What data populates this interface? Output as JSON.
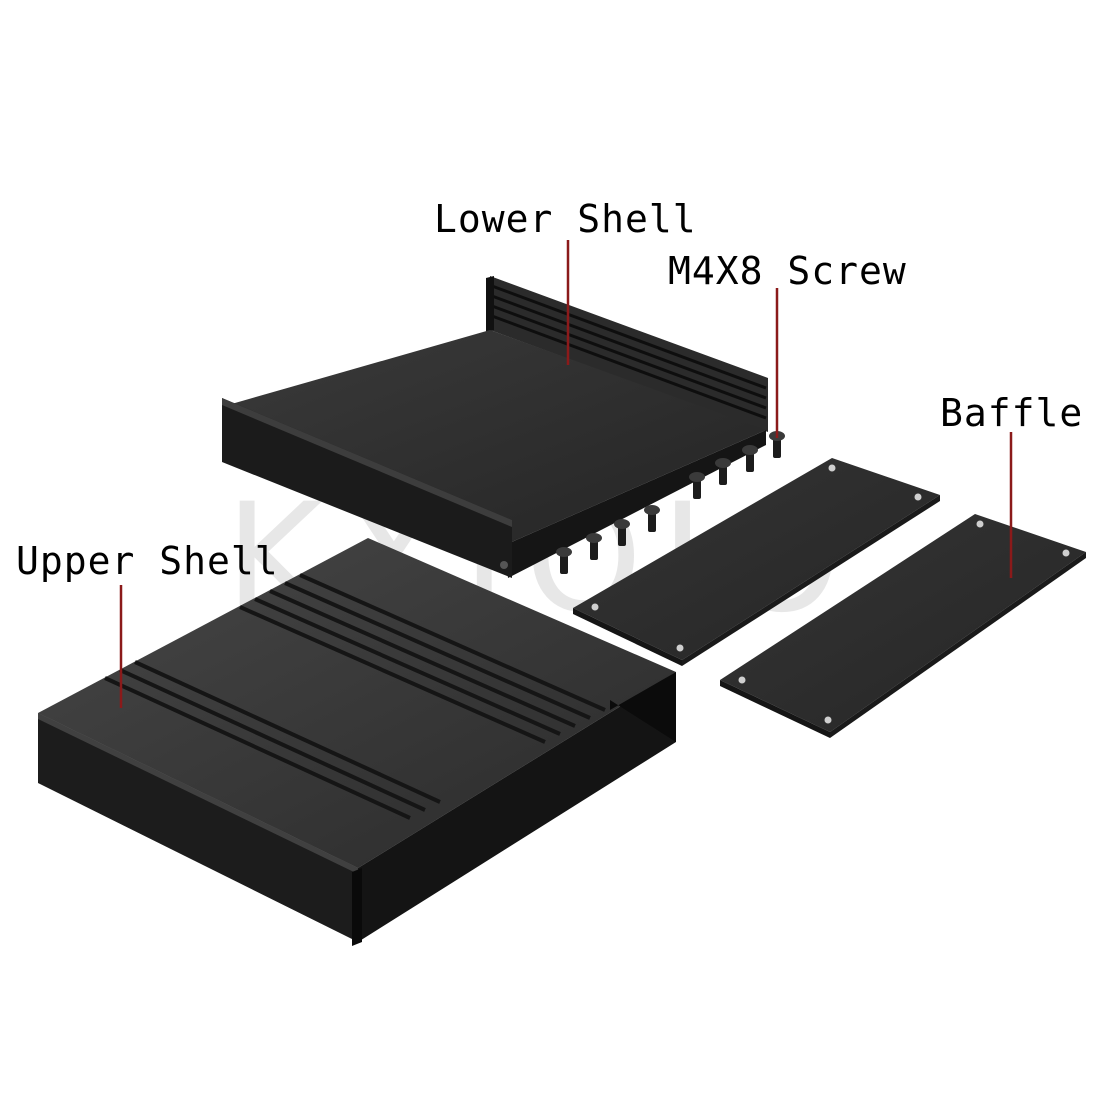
{
  "labels": {
    "lower_shell": "Lower Shell",
    "screw": "M4X8 Screw",
    "baffle": "Baffle",
    "upper_shell": "Upper Shell"
  },
  "watermark": "KXJOJO",
  "colors": {
    "background": "#ffffff",
    "label_text": "#000000",
    "leader_line": "#8b1a1a",
    "shell_top": "#3c3c3c",
    "shell_face": "#1e1e1e",
    "panel": "#2f2f2f"
  }
}
